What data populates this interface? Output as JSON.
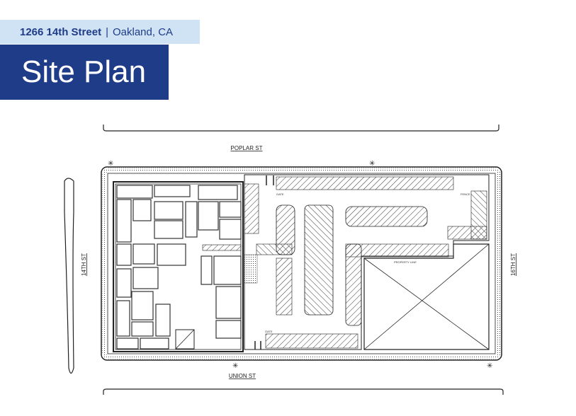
{
  "header": {
    "street": "1266 14th Street",
    "separator": "|",
    "city": "Oakland, CA",
    "title": "Site Plan"
  },
  "streets": {
    "north": "POPLAR ST",
    "south": "UNION ST",
    "west": "14TH ST",
    "east": "16TH ST"
  },
  "annotations": {
    "gate_north": "GATE",
    "gate_south": "GATE",
    "fence": "FENCE",
    "property_line": "PROPERTY LINE"
  },
  "colors": {
    "brand_dark": "#1f3c88",
    "brand_light": "#cfe3f4",
    "line": "#222222"
  }
}
